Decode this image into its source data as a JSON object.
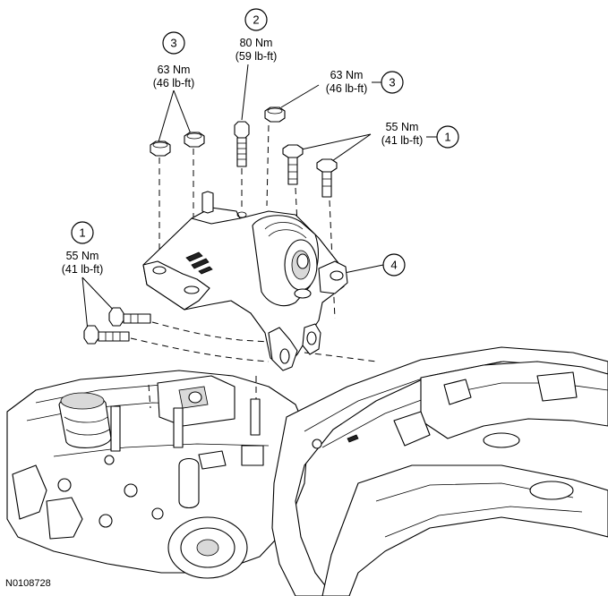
{
  "callouts": [
    {
      "id": "callout-3-left",
      "number": "3",
      "torque_nm": "63 Nm",
      "torque_lbft": "(46 lb-ft)"
    },
    {
      "id": "callout-2",
      "number": "2",
      "torque_nm": "80 Nm",
      "torque_lbft": "(59 lb-ft)"
    },
    {
      "id": "callout-3-right",
      "number": "3",
      "torque_nm": "63 Nm",
      "torque_lbft": "(46 lb-ft)"
    },
    {
      "id": "callout-1-right",
      "number": "1",
      "torque_nm": "55 Nm",
      "torque_lbft": "(41 lb-ft)"
    },
    {
      "id": "callout-1-left",
      "number": "1",
      "torque_nm": "55 Nm",
      "torque_lbft": "(41 lb-ft)"
    },
    {
      "id": "callout-4",
      "number": "4"
    }
  ],
  "figure_id": "N0108728"
}
